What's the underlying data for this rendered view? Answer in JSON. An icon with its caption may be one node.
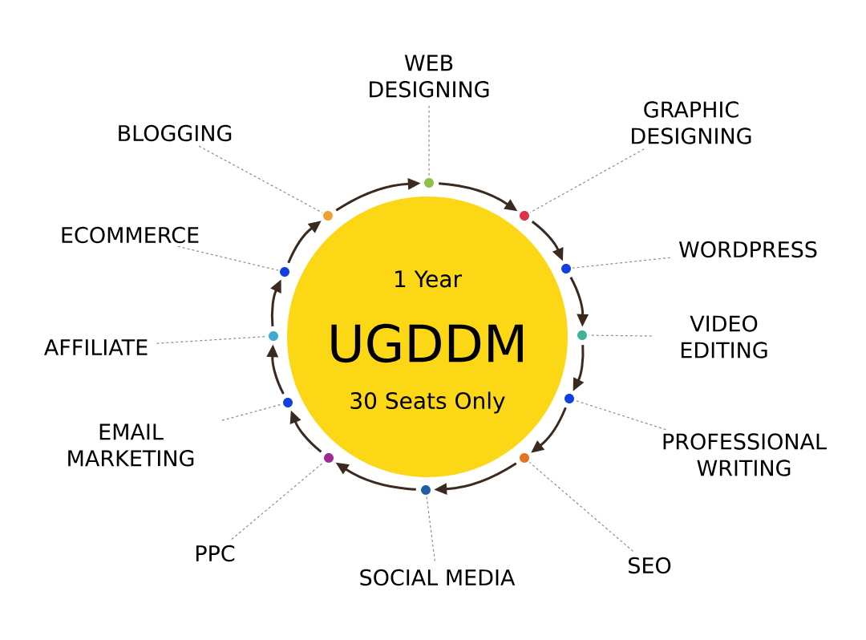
{
  "diagram": {
    "nodes": [
      {
        "text": [
          "1 Year",
          "UGDDM",
          "30 Seats Only"
        ]
      },
      {
        "text": [
          "WEB DESIGNING"
        ]
      },
      {
        "text": [
          "GRAPHIC DESIGNING"
        ]
      },
      {
        "text": [
          "WORDPRESS"
        ]
      },
      {
        "text": [
          "VIDEO EDITING"
        ]
      },
      {
        "text": [
          "PROFESSIONAL WRITING"
        ]
      },
      {
        "text": [
          "SEO"
        ]
      },
      {
        "text": [
          "SOCIAL MEDIA"
        ]
      },
      {
        "text": [
          "PPC"
        ]
      },
      {
        "text": [
          "EMAIL MARKETING"
        ]
      },
      {
        "text": [
          "AFFILIATE"
        ]
      },
      {
        "text": [
          "ECOMMERCE"
        ]
      },
      {
        "text": [
          "BLOGGING"
        ]
      },
      {
        "text": [],
        "shape": "circle"
      },
      {
        "text": [],
        "shape": "circle"
      },
      {
        "text": [],
        "shape": "circle"
      },
      {
        "text": [],
        "shape": "circle"
      },
      {
        "text": [],
        "shape": "circle"
      },
      {
        "text": [],
        "shape": "circle"
      },
      {
        "text": [],
        "shape": "circle"
      },
      {
        "text": [],
        "shape": "circle"
      },
      {
        "text": [],
        "shape": "circle"
      },
      {
        "text": [],
        "shape": "circle"
      },
      {
        "text": [],
        "shape": "circle"
      },
      {
        "text": [],
        "shape": "circle"
      }
    ],
    "edges": [
      {
        "from": 1,
        "to": 13,
        "arrow": "none",
        "style": "dashed"
      },
      {
        "from": 2,
        "to": 14,
        "arrow": "none",
        "style": "dashed"
      },
      {
        "from": 3,
        "to": 15,
        "arrow": "none",
        "style": "dashed"
      },
      {
        "from": 4,
        "to": 16,
        "arrow": "none",
        "style": "dashed"
      },
      {
        "from": 5,
        "to": 17,
        "arrow": "none",
        "style": "dashed"
      },
      {
        "from": 6,
        "to": 18,
        "arrow": "none",
        "style": "dashed"
      },
      {
        "from": 7,
        "to": 19,
        "arrow": "none",
        "style": "dashed"
      },
      {
        "from": 8,
        "to": 20,
        "arrow": "none",
        "style": "dashed"
      },
      {
        "from": 9,
        "to": 21,
        "arrow": "none",
        "style": "dashed"
      },
      {
        "from": 10,
        "to": 22,
        "arrow": "none",
        "style": "dashed"
      },
      {
        "from": 11,
        "to": 23,
        "arrow": "none",
        "style": "dashed"
      },
      {
        "from": 12,
        "to": 24,
        "arrow": "none",
        "style": "dashed"
      },
      {
        "from": 13,
        "to": 14,
        "arrow": "to",
        "style": "thick",
        "color": "#3a2a20"
      },
      {
        "from": 14,
        "to": 15,
        "arrow": "to",
        "style": "thick",
        "color": "#3a2a20"
      },
      {
        "from": 15,
        "to": 16,
        "arrow": "to",
        "style": "thick",
        "color": "#3a2a20"
      },
      {
        "from": 16,
        "to": 17,
        "arrow": "to",
        "style": "thick",
        "color": "#3a2a20"
      },
      {
        "from": 17,
        "to": 18,
        "arrow": "to",
        "style": "thick",
        "color": "#3a2a20"
      },
      {
        "from": 18,
        "to": 19,
        "arrow": "to",
        "style": "thick",
        "color": "#3a2a20"
      },
      {
        "from": 19,
        "to": 20,
        "arrow": "to",
        "style": "thick",
        "color": "#3a2a20"
      },
      {
        "from": 20,
        "to": 21,
        "arrow": "to",
        "style": "thick",
        "color": "#3a2a20"
      },
      {
        "from": 21,
        "to": 22,
        "arrow": "to",
        "style": "thick",
        "color": "#3a2a20"
      },
      {
        "from": 22,
        "to": 23,
        "arrow": "to",
        "style": "thick",
        "color": "#3a2a20"
      },
      {
        "from": 23,
        "to": 24,
        "arrow": "to",
        "style": "thick",
        "color": "#3a2a20"
      },
      {
        "from": 24,
        "to": 13,
        "arrow": "to",
        "style": "thick",
        "color": "#3a2a20"
      }
    ]
  }
}
